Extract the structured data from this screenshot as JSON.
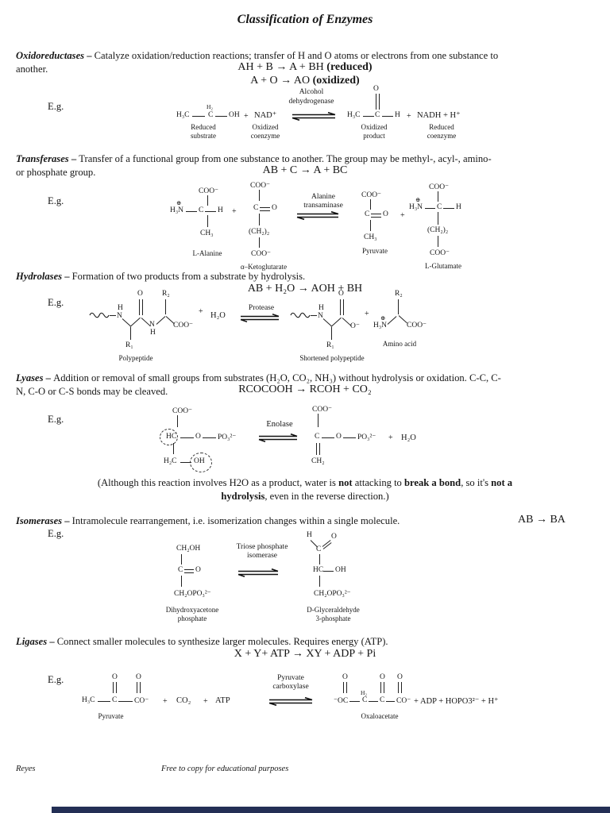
{
  "title": "Classification of Enzymes",
  "oxido": {
    "term": "Oxidoreductases",
    "dash": " – ",
    "desc1": "Catalyze oxidation/reduction reactions; transfer of H and O atoms or electrons from one substance to",
    "desc2": "another.",
    "eq1_pre": "AH + B → A + BH ",
    "eq1_bold": "(reduced)",
    "eq2_pre": "A + O → AO ",
    "eq2_bold": "(oxidized)",
    "eg": "E.g.",
    "enz1": "Alcohol",
    "enz2": "dehydrogenase",
    "h3c_r": "H₃C",
    "h2": "H₂",
    "c_r": "C",
    "oh": "OH",
    "plus1": "+",
    "nad": "NAD⁺",
    "h3c_p": "H₃C",
    "c_p": "C",
    "o_p": "O",
    "h_p": "H",
    "plus2": "+",
    "nadh": "NADH + H⁺",
    "lab1a": "Reduced",
    "lab1b": "substrate",
    "lab2a": "Oxidized",
    "lab2b": "coenzyme",
    "lab3a": "Oxidized",
    "lab3b": "product",
    "lab4a": "Reduced",
    "lab4b": "coenzyme"
  },
  "transf": {
    "term": "Transferases",
    "dash": " – ",
    "desc1": "Transfer of a functional group from one substance to another. The group may be methyl-, acyl-, amino-",
    "desc2": "or phosphate group.",
    "eq": "AB + C → A + BC",
    "eg": "E.g.",
    "enz1": "Alanine",
    "enz2": "transaminase",
    "ala_coo": "COO⁻",
    "ala_chg": "⊕",
    "ala_h3n": "H₃N",
    "ala_c": "C",
    "ala_h": "H",
    "ala_ch3": "CH₃",
    "ala_label": "L-Alanine",
    "plus1": "+",
    "kg_coo1": "COO⁻",
    "kg_c": "C",
    "kg_o": "O",
    "kg_ch2": "(CH₂)₂",
    "kg_coo2": "COO⁻",
    "kg_label": "α–Ketoglutarate",
    "pyr_coo": "COO⁻",
    "pyr_c": "C",
    "pyr_o": "O",
    "pyr_ch3": "CH₃",
    "pyr_label": "Pyruvate",
    "plus2": "+",
    "glu_coo1": "COO⁻",
    "glu_chg": "⊕",
    "glu_h3n": "H₃N",
    "glu_c": "C",
    "glu_h": "H",
    "glu_ch2": "(CH₂)₂",
    "glu_coo2": "COO⁻",
    "glu_label": "L-Glutamate"
  },
  "hydro": {
    "term": "Hydrolases",
    "dash": " – ",
    "desc1": "Formation of two products from a substrate by hydrolysis.",
    "eq": "AB + H₂O → AOH + BH",
    "eg": "E.g.",
    "enz": "Protease",
    "pp_h1": "H",
    "pp_n1": "N",
    "pp_o": "O",
    "pp_r2": "R₂",
    "pp_n2": "N",
    "pp_h2": "H",
    "pp_coo": "COO⁻",
    "pp_r1": "R₁",
    "pp_label": "Polypeptide",
    "plus1": "+",
    "h2o": "H₂O",
    "sp_h": "H",
    "sp_n": "N",
    "sp_o": "O",
    "sp_om": "O⁻",
    "sp_r1": "R₁",
    "sp_label": "Shortened polypeptide",
    "plus2": "+",
    "aa_r2": "R₂",
    "aa_chg": "⊕",
    "aa_h3n": "H₃N",
    "aa_coo": "COO⁻",
    "aa_label": "Amino acid"
  },
  "lyase": {
    "term": "Lyases",
    "dash": " – ",
    "desc1": "Addition or removal of small groups from substrates (H₂O, CO₂, NH₃) without hydrolysis or oxidation. C-C, C-",
    "desc2": "N, C-O or C-S bonds may be cleaved.",
    "eq": "RCOCOOH → RCOH + CO₂",
    "eg": "E.g.",
    "enz": "Enolase",
    "pg_coo": "COO⁻",
    "pg_hc": "HC",
    "pg_o": "O",
    "pg_po3": "PO₃²⁻",
    "pg_h2c": "H₂C",
    "pg_oh": "OH",
    "pep_coo": "COO⁻",
    "pep_c": "C",
    "pep_o": "O",
    "pep_po3": "PO₃²⁻",
    "pep_ch2": "CH₂",
    "plus": "+",
    "h2o": "H₂O",
    "note_p1": "(Although this reaction involves H2O as a product, water is ",
    "note_b1": "not",
    "note_p2": " attacking to ",
    "note_b2": "break a bond",
    "note_p3": ", so it's ",
    "note_b3": "not a",
    "note_b4": "hydrolysis",
    "note_p4": ", even in the reverse direction.)"
  },
  "isom": {
    "term": "Isomerases",
    "dash": " – ",
    "desc1": "Intramolecule rearrangement, i.e. isomerization changes within a single molecule.",
    "eq": "AB → BA",
    "eg": "E.g.",
    "enz1": "Triose phosphate",
    "enz2": "isomerase",
    "dh_ch2oh": "CH₂OH",
    "dh_c": "C",
    "dh_o": "O",
    "dh_ch2opo3": "CH₂OPO₃²⁻",
    "dh_label1": "Dihydroxyacetone",
    "dh_label2": "phosphate",
    "ga_h": "H",
    "ga_c": "C",
    "ga_o": "O",
    "ga_hc": "HC",
    "ga_oh": "OH",
    "ga_ch2opo3": "CH₂OPO₃²⁻",
    "ga_label1": "D-Glyceraldehyde",
    "ga_label2": "3-phosphate"
  },
  "liga": {
    "term": "Ligases",
    "dash": " – ",
    "desc1": "Connect smaller molecules to synthesize larger molecules. Requires energy (ATP).",
    "eq": "X + Y+ ATP → XY + ADP + Pi",
    "eg": "E.g.",
    "enz1": "Pyruvate",
    "enz2": "carboxylase",
    "py_o1": "O",
    "py_o2": "O",
    "py_h3c": "H₃C",
    "py_c": "C",
    "py_co": "CO⁻",
    "py_label": "Pyruvate",
    "plus1": "+",
    "co2": "CO₂",
    "plus2": "+",
    "atp": "ATP",
    "ox_o1": "O",
    "ox_o2": "O",
    "ox_o3": "O",
    "ox_oc": "⁻OC",
    "ox_h2": "H₂",
    "ox_c1": "C",
    "ox_c2": "C",
    "ox_co": "CO⁻",
    "ox_label": "Oxaloacetate",
    "products": "+ ADP + HOPO3²⁻ + H⁺"
  },
  "footer": {
    "left": "Reyes",
    "center": "Free to copy for educational purposes"
  }
}
